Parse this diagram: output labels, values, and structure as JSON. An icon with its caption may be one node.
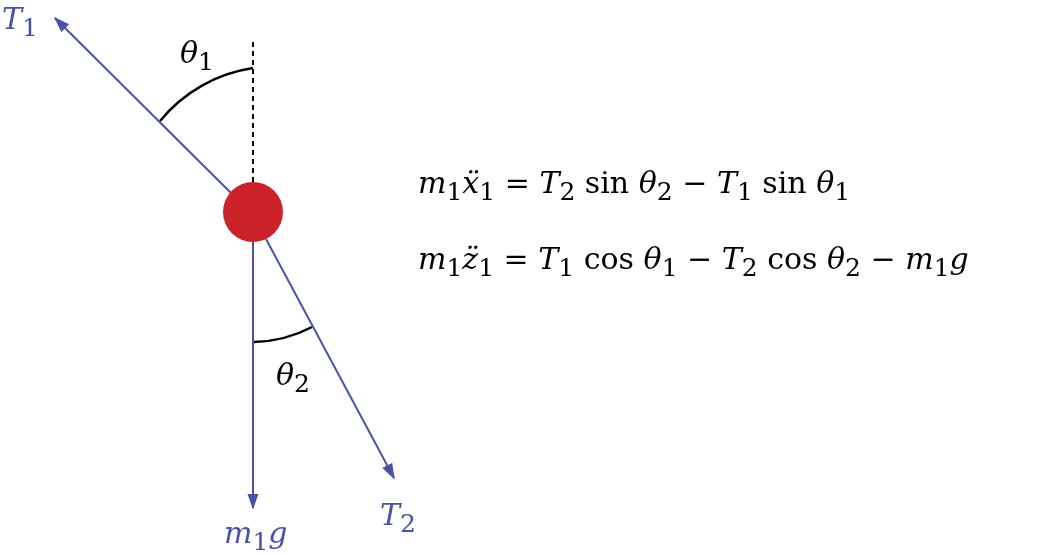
{
  "diagram": {
    "nodes": [
      {
        "text": [],
        "shape": "circle"
      }
    ],
    "labels": [
      "*T*$_{1}$",
      "*θ*$_{1}$",
      "*m*$_{1}$*ẍ*$_{1}$ = *T*$_{2}$ sin *θ*$_{2}$ − *T*$_{1}$ sin *θ*$_{1}$",
      "*m*$_{1}$*z̈*$_{1}$ = *T*$_{1}$ cos *θ*$_{1}$ − *T*$_{2}$ cos *θ*$_{2}$ − *m*$_{1}$*g*",
      "*θ*$_{2}$",
      "*m*$_{1}$*g*",
      "*T*$_{2}$"
    ]
  }
}
